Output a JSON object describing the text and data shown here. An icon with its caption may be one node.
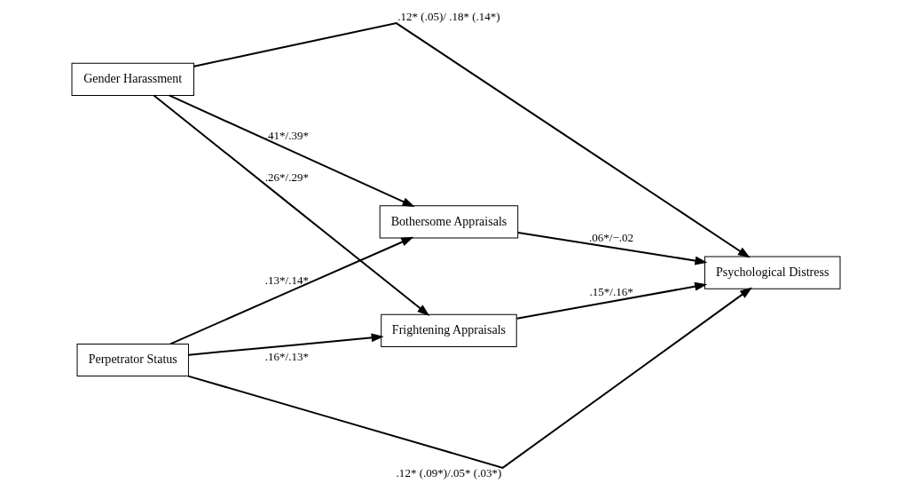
{
  "diagram": {
    "nodes": [
      {
        "text": [
          "Gender Harassment"
        ]
      },
      {
        "text": [
          "Perpetrator Status"
        ]
      },
      {
        "text": [
          "Bothersome Appraisals"
        ]
      },
      {
        "text": [
          "Frightening Appraisals"
        ]
      },
      {
        "text": [
          "Psychological Distress"
        ]
      }
    ],
    "edges": [
      {
        "from": 0,
        "to": 2,
        "arrow": "to",
        "label": ".41*/.39*"
      },
      {
        "from": 0,
        "to": 4,
        "arrow": "to",
        "label": ".12* (.05)/ .18* (.14*)"
      },
      {
        "from": 0,
        "to": 3,
        "arrow": "to",
        "label": ".26*/.29*"
      },
      {
        "from": 1,
        "to": 2,
        "arrow": "to",
        "label": ".13*/.14*"
      },
      {
        "from": 1,
        "to": 4,
        "arrow": "to",
        "label": ".12* (.09*)/.05* (.03*)"
      },
      {
        "from": 1,
        "to": 3,
        "arrow": "to",
        "label": ".16*/.13*"
      },
      {
        "from": 2,
        "to": 4,
        "arrow": "to",
        "label": ".06*/−.02"
      },
      {
        "from": 3,
        "to": 4,
        "arrow": "to",
        "label": ".15*/.16*"
      }
    ]
  }
}
